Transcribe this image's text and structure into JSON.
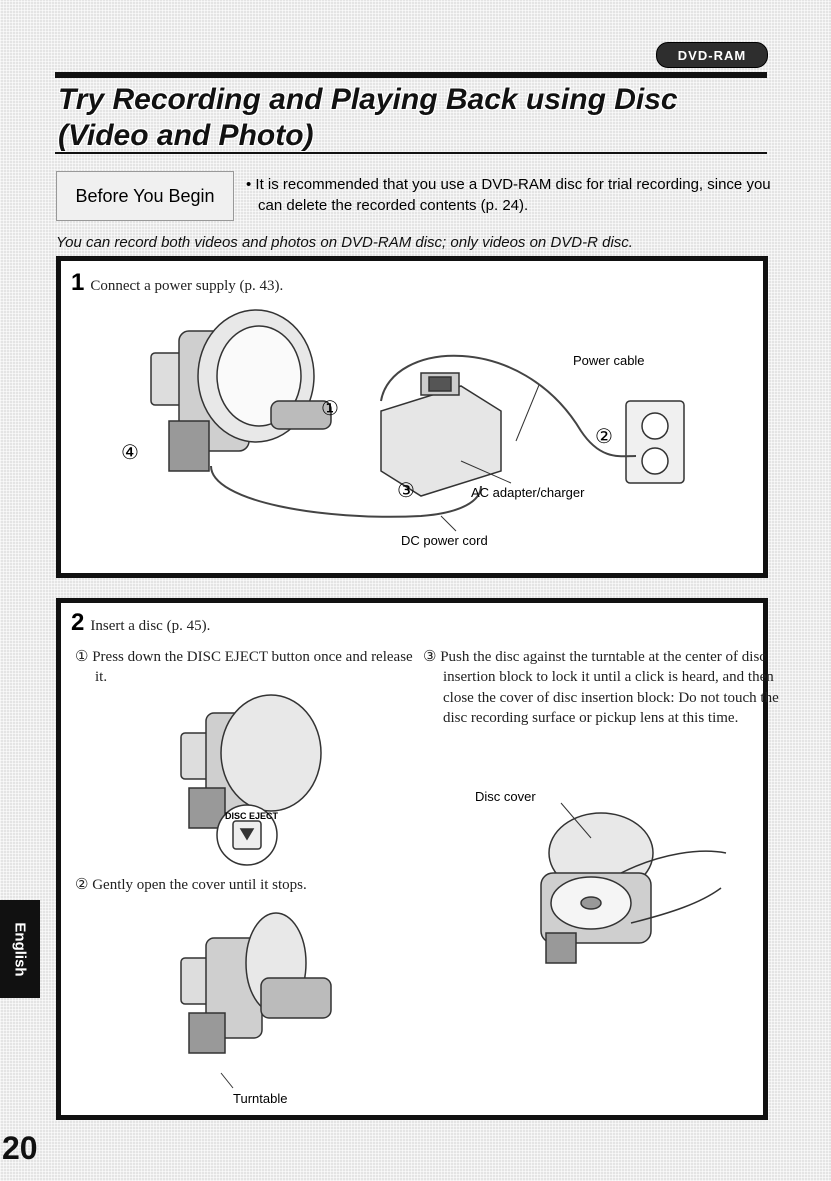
{
  "header": {
    "badge": "DVD-RAM",
    "title": "Try Recording and Playing Back using Disc\n(Video and Photo)"
  },
  "intro": {
    "before_label": "Before You Begin",
    "note": "• It is recommended that you use a DVD-RAM disc for trial recording, since you can delete the recorded contents (p. 24).",
    "subtitle": "You can record both videos and photos on DVD-RAM disc; only videos on DVD-R disc."
  },
  "step1": {
    "number": "1",
    "text": "Connect a power supply (p. 43).",
    "labels": {
      "power_cable": "Power cable",
      "ac_adapter": "AC adapter/charger",
      "dc_cord": "DC power cord",
      "m1": "①",
      "m2": "②",
      "m3": "③",
      "m4": "④"
    }
  },
  "step2": {
    "number": "2",
    "text": "Insert a disc (p. 45).",
    "sub1": "① Press down the DISC EJECT button once and release it.",
    "sub2": "② Gently open the cover until it stops.",
    "sub3": "③ Push the disc against the turntable at the center of disc insertion block to lock it until a click is heard, and then close the cover of disc insertion block: Do not touch the disc recording surface or pickup lens at this time.",
    "labels": {
      "disc_eject": "DISC EJECT",
      "turntable": "Turntable",
      "disc_cover": "Disc cover"
    }
  },
  "side_tab": "English",
  "page_number": "20"
}
